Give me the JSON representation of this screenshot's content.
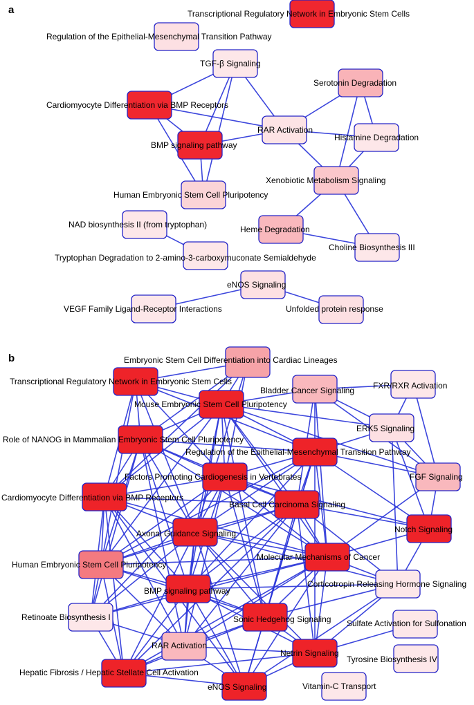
{
  "panels": [
    {
      "letter": "a",
      "nodes": [
        {
          "id": "trn_es",
          "label": "Transcriptional Regulatory Network in Embryonic Stem Cells",
          "color": "#f0272f"
        },
        {
          "id": "emt",
          "label": "Regulation of the Epithelial-Mesenchymal Transition Pathway",
          "color": "#fde0e3"
        },
        {
          "id": "tgfb",
          "label": "TGF-β Signaling",
          "color": "#fde7e9"
        },
        {
          "id": "serotonin",
          "label": "Serotonin Degradation",
          "color": "#f9b3b8"
        },
        {
          "id": "cardio_bmp",
          "label": "Cardiomyocyte Differentiation via BMP Receptors",
          "color": "#f0272f"
        },
        {
          "id": "rar",
          "label": "RAR Activation",
          "color": "#fde3e5"
        },
        {
          "id": "histamine",
          "label": "Histamine Degradation",
          "color": "#fde7e9"
        },
        {
          "id": "bmp",
          "label": "BMP signaling pathway",
          "color": "#f0272f"
        },
        {
          "id": "xeno",
          "label": "Xenobiotic Metabolism Signaling",
          "color": "#fbc7cb"
        },
        {
          "id": "hesc",
          "label": "Human Embryonic Stem Cell Pluripotency",
          "color": "#fbd4d7"
        },
        {
          "id": "nad",
          "label": "NAD biosynthesis II (from tryptophan)",
          "color": "#fde7e9"
        },
        {
          "id": "heme",
          "label": "Heme Degradation",
          "color": "#f9b8bd"
        },
        {
          "id": "choline",
          "label": "Choline Biosynthesis III",
          "color": "#fde7e9"
        },
        {
          "id": "trp",
          "label": "Tryptophan Degradation to 2-amino-3-carboxymuconate Semialdehyde",
          "color": "#fde7e9"
        },
        {
          "id": "enos",
          "label": "eNOS Signaling",
          "color": "#fde0e3"
        },
        {
          "id": "vegf",
          "label": "VEGF Family Ligand-Receptor Interactions",
          "color": "#fde7e9"
        },
        {
          "id": "upr",
          "label": "Unfolded protein response",
          "color": "#fde0e3"
        }
      ],
      "edges": [
        [
          "tgfb",
          "cardio_bmp"
        ],
        [
          "tgfb",
          "bmp"
        ],
        [
          "tgfb",
          "hesc"
        ],
        [
          "tgfb",
          "rar"
        ],
        [
          "cardio_bmp",
          "bmp"
        ],
        [
          "cardio_bmp",
          "hesc"
        ],
        [
          "cardio_bmp",
          "rar"
        ],
        [
          "bmp",
          "hesc"
        ],
        [
          "bmp",
          "rar"
        ],
        [
          "rar",
          "serotonin"
        ],
        [
          "rar",
          "histamine"
        ],
        [
          "rar",
          "xeno"
        ],
        [
          "serotonin",
          "histamine"
        ],
        [
          "serotonin",
          "xeno"
        ],
        [
          "histamine",
          "xeno"
        ],
        [
          "xeno",
          "heme"
        ],
        [
          "xeno",
          "choline"
        ],
        [
          "heme",
          "choline"
        ],
        [
          "nad",
          "trp"
        ],
        [
          "enos",
          "vegf"
        ],
        [
          "enos",
          "upr"
        ]
      ]
    },
    {
      "letter": "b",
      "nodes": [
        {
          "id": "esc_cardiac",
          "label": "Embryonic Stem Cell Differentiation into Cardiac Lineages",
          "color": "#f6a3a8"
        },
        {
          "id": "trn_es",
          "label": "Transcriptional Regulatory Network in Embryonic Stem Cells",
          "color": "#ee2329"
        },
        {
          "id": "bladder",
          "label": "Bladder Cancer Signaling",
          "color": "#f9b8bd"
        },
        {
          "id": "fxr",
          "label": "FXR/RXR Activation",
          "color": "#fde7e9"
        },
        {
          "id": "mouse_esc",
          "label": "Mouse Embryonic Stem Cell Pluripotency",
          "color": "#ee2329"
        },
        {
          "id": "erk5",
          "label": "ERK5 Signaling",
          "color": "#fde0e3"
        },
        {
          "id": "nanog",
          "label": "Role of NANOG in Mammalian Embryonic Stem Cell Pluripotency",
          "color": "#ee2329"
        },
        {
          "id": "emt",
          "label": "Regulation of the Epithelial-Mesenchymal Transition Pathway",
          "color": "#ee2329"
        },
        {
          "id": "cardiogenesis",
          "label": "Factors Promoting Cardiogenesis in Vertebrates",
          "color": "#ee2329"
        },
        {
          "id": "fgf",
          "label": "FGF Signaling",
          "color": "#f9b8bd"
        },
        {
          "id": "cardio_bmp",
          "label": "Cardiomyocyte Differentiation via BMP Receptors",
          "color": "#ee2329"
        },
        {
          "id": "basal",
          "label": "Basal Cell Carcinoma Signaling",
          "color": "#ee2329"
        },
        {
          "id": "axonal",
          "label": "Axonal Guidance Signaling",
          "color": "#ee2329"
        },
        {
          "id": "notch",
          "label": "Notch Signaling",
          "color": "#ee2329"
        },
        {
          "id": "hesc",
          "label": "Human Embryonic Stem Cell Pluripotency",
          "color": "#f47a80"
        },
        {
          "id": "mmc",
          "label": "Molecular Mechanisms of Cancer",
          "color": "#ee2329"
        },
        {
          "id": "crh",
          "label": "Corticotropin Releasing Hormone Signaling",
          "color": "#fde7e9"
        },
        {
          "id": "bmp",
          "label": "BMP signaling pathway",
          "color": "#ee2329"
        },
        {
          "id": "retinoate",
          "label": "Retinoate Biosynthesis I",
          "color": "#fde7e9"
        },
        {
          "id": "shh",
          "label": "Sonic Hedgehog Signaling",
          "color": "#ee2329"
        },
        {
          "id": "sulfate",
          "label": "Sulfate Activation for Sulfonation",
          "color": "#fde7e9"
        },
        {
          "id": "rar",
          "label": "RAR Activation",
          "color": "#f9b8bd"
        },
        {
          "id": "netrin",
          "label": "Netrin Signaling",
          "color": "#ee2329"
        },
        {
          "id": "tyrosine",
          "label": "Tyrosine Biosynthesis IV",
          "color": "#fde7e9"
        },
        {
          "id": "hepatic",
          "label": "Hepatic Fibrosis / Hepatic Stellate Cell Activation",
          "color": "#ee2329"
        },
        {
          "id": "enos",
          "label": "eNOS Signaling",
          "color": "#ee2329"
        },
        {
          "id": "vitc",
          "label": "Vitamin-C Transport",
          "color": "#fde7e9"
        }
      ],
      "edges": [
        [
          "esc_cardiac",
          "trn_es"
        ],
        [
          "esc_cardiac",
          "mouse_esc"
        ],
        [
          "esc_cardiac",
          "nanog"
        ],
        [
          "esc_cardiac",
          "cardiogenesis"
        ],
        [
          "esc_cardiac",
          "axonal"
        ],
        [
          "esc_cardiac",
          "cardio_bmp"
        ],
        [
          "trn_es",
          "mouse_esc"
        ],
        [
          "trn_es",
          "nanog"
        ],
        [
          "trn_es",
          "cardiogenesis"
        ],
        [
          "trn_es",
          "cardio_bmp"
        ],
        [
          "trn_es",
          "hesc"
        ],
        [
          "trn_es",
          "emt"
        ],
        [
          "trn_es",
          "axonal"
        ],
        [
          "mouse_esc",
          "nanog"
        ],
        [
          "mouse_esc",
          "cardiogenesis"
        ],
        [
          "mouse_esc",
          "emt"
        ],
        [
          "mouse_esc",
          "basal"
        ],
        [
          "mouse_esc",
          "axonal"
        ],
        [
          "mouse_esc",
          "hesc"
        ],
        [
          "mouse_esc",
          "bmp"
        ],
        [
          "mouse_esc",
          "mmc"
        ],
        [
          "mouse_esc",
          "cardio_bmp"
        ],
        [
          "mouse_esc",
          "bladder"
        ],
        [
          "mouse_esc",
          "fgf"
        ],
        [
          "mouse_esc",
          "shh"
        ],
        [
          "mouse_esc",
          "erk5"
        ],
        [
          "nanog",
          "cardiogenesis"
        ],
        [
          "nanog",
          "emt"
        ],
        [
          "nanog",
          "cardio_bmp"
        ],
        [
          "nanog",
          "hesc"
        ],
        [
          "nanog",
          "axonal"
        ],
        [
          "nanog",
          "bmp"
        ],
        [
          "nanog",
          "basal"
        ],
        [
          "nanog",
          "mmc"
        ],
        [
          "nanog",
          "retinoate"
        ],
        [
          "nanog",
          "rar"
        ],
        [
          "emt",
          "cardiogenesis"
        ],
        [
          "emt",
          "basal"
        ],
        [
          "emt",
          "axonal"
        ],
        [
          "emt",
          "mmc"
        ],
        [
          "emt",
          "bmp"
        ],
        [
          "emt",
          "shh"
        ],
        [
          "emt",
          "fgf"
        ],
        [
          "emt",
          "erk5"
        ],
        [
          "emt",
          "bladder"
        ],
        [
          "emt",
          "notch"
        ],
        [
          "emt",
          "hesc"
        ],
        [
          "emt",
          "netrin"
        ],
        [
          "emt",
          "enos"
        ],
        [
          "cardiogenesis",
          "cardio_bmp"
        ],
        [
          "cardiogenesis",
          "basal"
        ],
        [
          "cardiogenesis",
          "axonal"
        ],
        [
          "cardiogenesis",
          "hesc"
        ],
        [
          "cardiogenesis",
          "bmp"
        ],
        [
          "cardiogenesis",
          "mmc"
        ],
        [
          "cardiogenesis",
          "shh"
        ],
        [
          "cardiogenesis",
          "notch"
        ],
        [
          "cardiogenesis",
          "rar"
        ],
        [
          "cardiogenesis",
          "retinoate"
        ],
        [
          "cardio_bmp",
          "hesc"
        ],
        [
          "cardio_bmp",
          "axonal"
        ],
        [
          "cardio_bmp",
          "bmp"
        ],
        [
          "cardio_bmp",
          "basal"
        ],
        [
          "cardio_bmp",
          "mmc"
        ],
        [
          "cardio_bmp",
          "retinoate"
        ],
        [
          "cardio_bmp",
          "hepatic"
        ],
        [
          "cardio_bmp",
          "rar"
        ],
        [
          "cardio_bmp",
          "enos"
        ],
        [
          "basal",
          "axonal"
        ],
        [
          "basal",
          "mmc"
        ],
        [
          "basal",
          "bmp"
        ],
        [
          "basal",
          "shh"
        ],
        [
          "basal",
          "hesc"
        ],
        [
          "basal",
          "netrin"
        ],
        [
          "basal",
          "notch"
        ],
        [
          "basal",
          "crh"
        ],
        [
          "basal",
          "rar"
        ],
        [
          "basal",
          "hepatic"
        ],
        [
          "axonal",
          "hesc"
        ],
        [
          "axonal",
          "mmc"
        ],
        [
          "axonal",
          "bmp"
        ],
        [
          "axonal",
          "shh"
        ],
        [
          "axonal",
          "rar"
        ],
        [
          "axonal",
          "retinoate"
        ],
        [
          "axonal",
          "hepatic"
        ],
        [
          "axonal",
          "netrin"
        ],
        [
          "axonal",
          "enos"
        ],
        [
          "axonal",
          "crh"
        ],
        [
          "hesc",
          "bmp"
        ],
        [
          "hesc",
          "retinoate"
        ],
        [
          "hesc",
          "mmc"
        ],
        [
          "hesc",
          "rar"
        ],
        [
          "hesc",
          "hepatic"
        ],
        [
          "hesc",
          "shh"
        ],
        [
          "mmc",
          "bmp"
        ],
        [
          "mmc",
          "shh"
        ],
        [
          "mmc",
          "notch"
        ],
        [
          "mmc",
          "crh"
        ],
        [
          "mmc",
          "netrin"
        ],
        [
          "mmc",
          "rar"
        ],
        [
          "mmc",
          "enos"
        ],
        [
          "mmc",
          "hepatic"
        ],
        [
          "mmc",
          "fgf"
        ],
        [
          "mmc",
          "retinoate"
        ],
        [
          "bmp",
          "retinoate"
        ],
        [
          "bmp",
          "shh"
        ],
        [
          "bmp",
          "rar"
        ],
        [
          "bmp",
          "hepatic"
        ],
        [
          "bmp",
          "enos"
        ],
        [
          "bmp",
          "netrin"
        ],
        [
          "bmp",
          "crh"
        ],
        [
          "shh",
          "netrin"
        ],
        [
          "shh",
          "rar"
        ],
        [
          "shh",
          "enos"
        ],
        [
          "shh",
          "crh"
        ],
        [
          "shh",
          "hepatic"
        ],
        [
          "rar",
          "netrin"
        ],
        [
          "rar",
          "hepatic"
        ],
        [
          "rar",
          "enos"
        ],
        [
          "rar",
          "retinoate"
        ],
        [
          "netrin",
          "enos"
        ],
        [
          "netrin",
          "crh"
        ],
        [
          "netrin",
          "sulfate"
        ],
        [
          "netrin",
          "hepatic"
        ],
        [
          "hepatic",
          "enos"
        ],
        [
          "hepatic",
          "retinoate"
        ],
        [
          "bladder",
          "fxr"
        ],
        [
          "bladder",
          "erk5"
        ],
        [
          "bladder",
          "fgf"
        ],
        [
          "bladder",
          "mmc"
        ],
        [
          "bladder",
          "basal"
        ],
        [
          "fxr",
          "fgf"
        ],
        [
          "fxr",
          "erk5"
        ],
        [
          "erk5",
          "notch"
        ],
        [
          "erk5",
          "fgf"
        ],
        [
          "erk5",
          "crh"
        ],
        [
          "fgf",
          "notch"
        ],
        [
          "notch",
          "crh"
        ],
        [
          "crh",
          "enos"
        ]
      ]
    }
  ]
}
